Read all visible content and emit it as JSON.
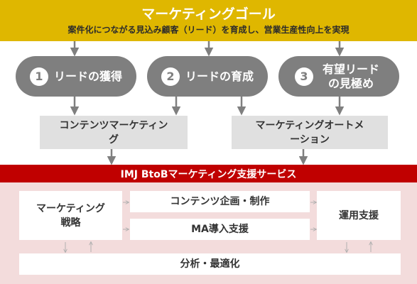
{
  "goal": {
    "title": "マーケティングゴール",
    "subtitle": "案件化につながる見込み顧客（リード）を育成し、営業生産性向上を実現"
  },
  "steps": [
    {
      "number": "1",
      "label": "リードの獲得"
    },
    {
      "number": "2",
      "label": "リードの育成"
    },
    {
      "number": "3",
      "label": "有望リードの見極め"
    }
  ],
  "approaches": {
    "content_marketing": "コンテンツマーケティング",
    "marketing_automation": "マーケティングオートメーション"
  },
  "services": {
    "title": "IMJ BtoBマーケティング支援サービス",
    "strategy": "マーケティング戦略",
    "content_planning": "コンテンツ企画・制作",
    "ma_implementation": "MA導入支援",
    "operation_support": "運用支援",
    "analysis_optimization": "分析・最適化"
  },
  "colors": {
    "goal_band": "#dfb700",
    "step_pill": "#7f7f7f",
    "approach_box": "#e0e0e0",
    "service_band": "#c00000",
    "service_area": "#f3dcdc"
  }
}
